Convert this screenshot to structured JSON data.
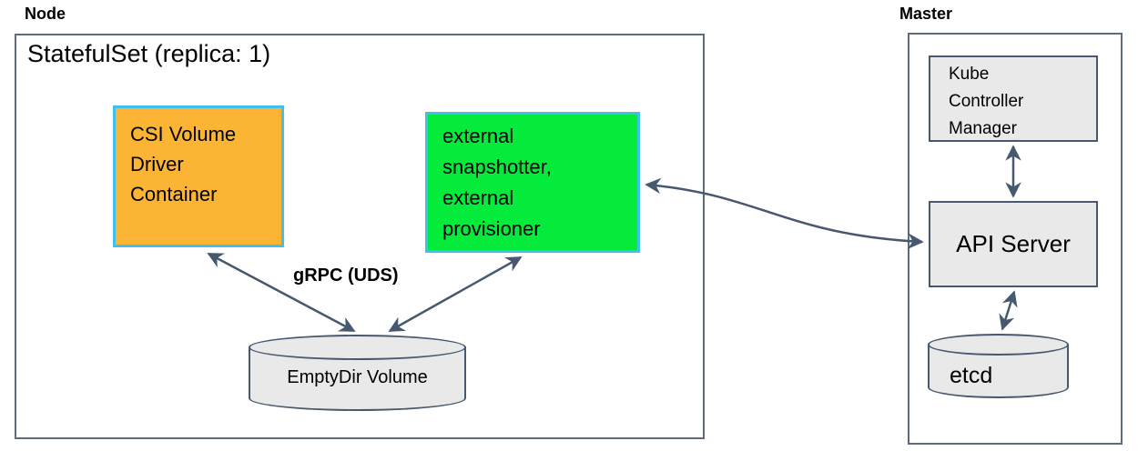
{
  "colors": {
    "orange_fill": "#FCB434",
    "green_fill": "#05EB3B",
    "cyan_border": "#41C0F0",
    "gray_fill": "#E9E9EA",
    "slate_stroke": "#47596E",
    "outer_box_border": "#5D6B7C"
  },
  "node": {
    "label": "Node",
    "statefulset_title": "StatefulSet (replica: 1)",
    "csi_box": {
      "lines": [
        "CSI Volume",
        "Driver",
        "Container"
      ]
    },
    "sidecar_box": {
      "lines": [
        "external",
        "snapshotter,",
        "external",
        "provisioner"
      ]
    },
    "grpc_label": "gRPC (UDS)",
    "emptydir": {
      "label": "EmptyDir Volume"
    }
  },
  "master": {
    "label": "Master",
    "kcm_box": {
      "lines": [
        "Kube",
        "Controller",
        "Manager"
      ]
    },
    "api_server": {
      "label": "API Server"
    },
    "etcd": {
      "label": "etcd"
    }
  }
}
